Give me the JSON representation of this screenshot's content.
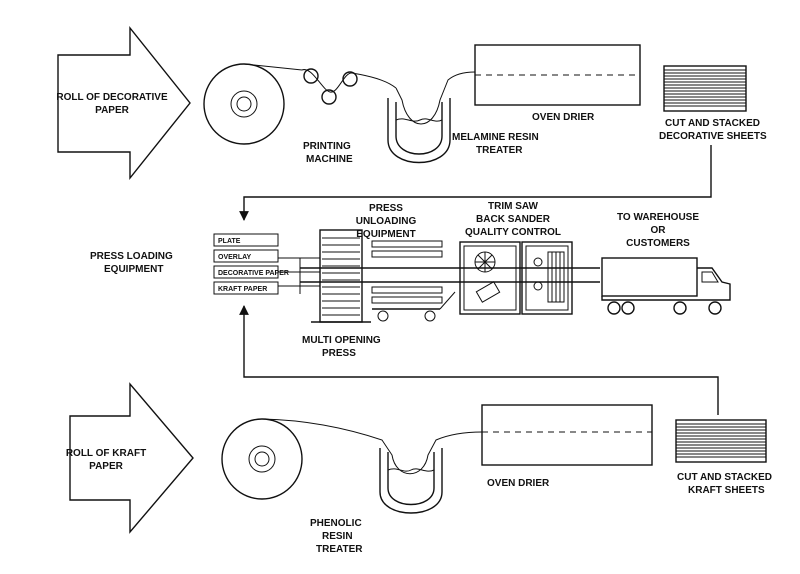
{
  "labels": {
    "roll_decorative": [
      "ROLL OF DECORATIVE",
      "PAPER"
    ],
    "printing_machine": [
      "PRINTING",
      "MACHINE"
    ],
    "melamine_treater": [
      "MELAMINE RESIN",
      "TREATER"
    ],
    "oven_drier_top": "OVEN DRIER",
    "cut_stacked_decorative": [
      "CUT AND STACKED",
      "DECORATIVE SHEETS"
    ],
    "press_loading": [
      "PRESS LOADING",
      "EQUIPMENT"
    ],
    "layers": [
      "PLATE",
      "OVERLAY",
      "DECORATIVE PAPER",
      "KRAFT PAPER"
    ],
    "press_unloading": [
      "PRESS",
      "UNLOADING",
      "EQUIPMENT"
    ],
    "trim_saw": [
      "TRIM SAW",
      "BACK SANDER",
      "QUALITY CONTROL"
    ],
    "warehouse": [
      "TO WAREHOUSE",
      "OR",
      "CUSTOMERS"
    ],
    "multi_opening": [
      "MULTI OPENING",
      "PRESS"
    ],
    "roll_kraft": [
      "ROLL OF KRAFT",
      "PAPER"
    ],
    "oven_drier_bottom": "OVEN DRIER",
    "phenolic_treater": [
      "PHENOLIC",
      "RESIN",
      "TREATER"
    ],
    "cut_stacked_kraft": [
      "CUT AND STACKED",
      "KRAFT SHEETS"
    ]
  }
}
